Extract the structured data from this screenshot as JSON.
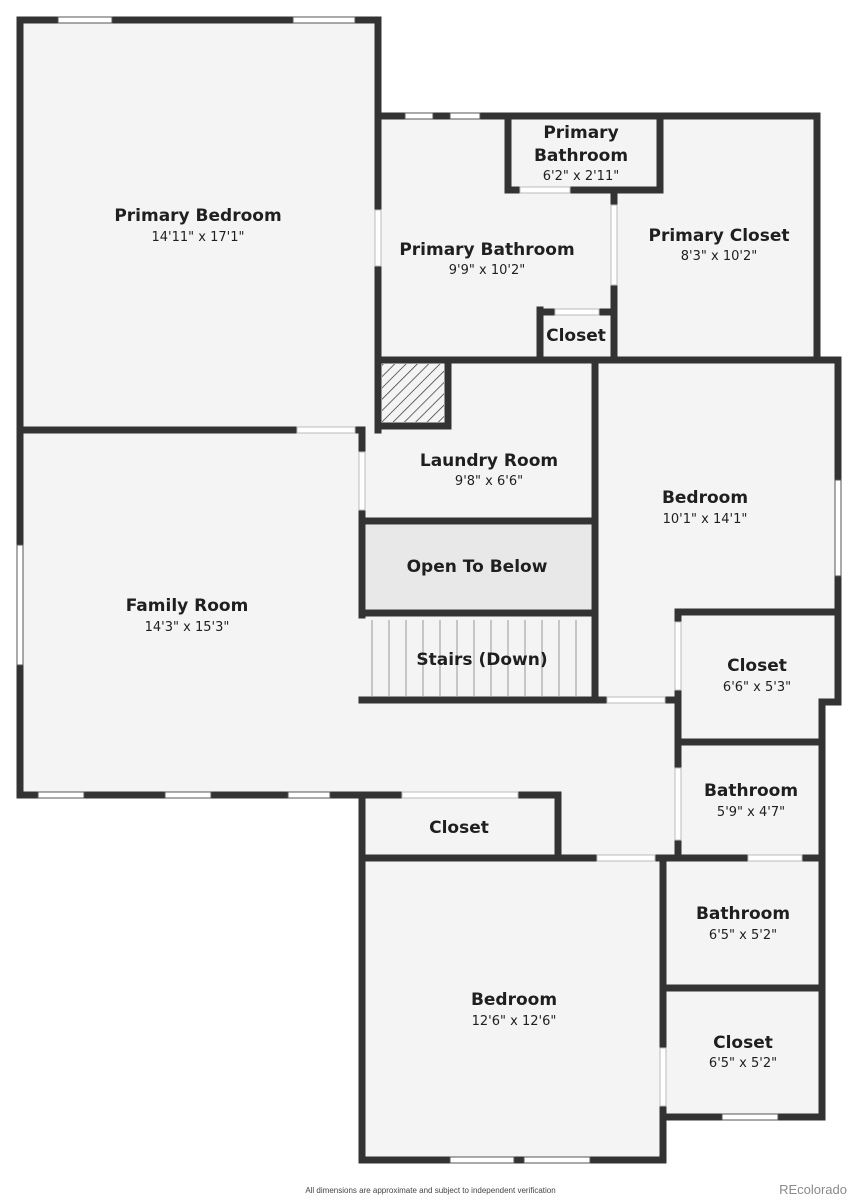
{
  "rooms": {
    "primary_bedroom": {
      "name": "Primary Bedroom",
      "dims": "14'11\" x 17'1\""
    },
    "primary_bathroom_small": {
      "name_line1": "Primary",
      "name_line2": "Bathroom",
      "dims": "6'2\" x 2'11\""
    },
    "primary_bathroom": {
      "name": "Primary Bathroom",
      "dims": "9'9\" x 10'2\""
    },
    "primary_closet": {
      "name": "Primary Closet",
      "dims": "8'3\" x 10'2\""
    },
    "primary_bath_closet": {
      "name": "Closet"
    },
    "laundry_room": {
      "name": "Laundry Room",
      "dims": "9'8\" x 6'6\""
    },
    "bedroom_east": {
      "name": "Bedroom",
      "dims": "10'1\" x 14'1\""
    },
    "open_to_below": {
      "name": "Open To Below"
    },
    "stairs": {
      "name": "Stairs (Down)"
    },
    "family_room": {
      "name": "Family Room",
      "dims": "14'3\" x 15'3\""
    },
    "closet_east": {
      "name": "Closet",
      "dims": "6'6\" x 5'3\""
    },
    "bathroom_upper": {
      "name": "Bathroom",
      "dims": "5'9\" x 4'7\""
    },
    "hall_closet": {
      "name": "Closet"
    },
    "bathroom_lower": {
      "name": "Bathroom",
      "dims": "6'5\" x 5'2\""
    },
    "bedroom_south": {
      "name": "Bedroom",
      "dims": "12'6\" x 12'6\""
    },
    "closet_south": {
      "name": "Closet",
      "dims": "6'5\" x 5'2\""
    }
  },
  "footer": {
    "disclaimer": "All dimensions are approximate and subject to independent verification",
    "brand": "REcolorado"
  },
  "colors": {
    "wall": "#333333",
    "floor": "#f4f4f4",
    "open_area": "#e8e8e8",
    "background": "#ffffff"
  }
}
